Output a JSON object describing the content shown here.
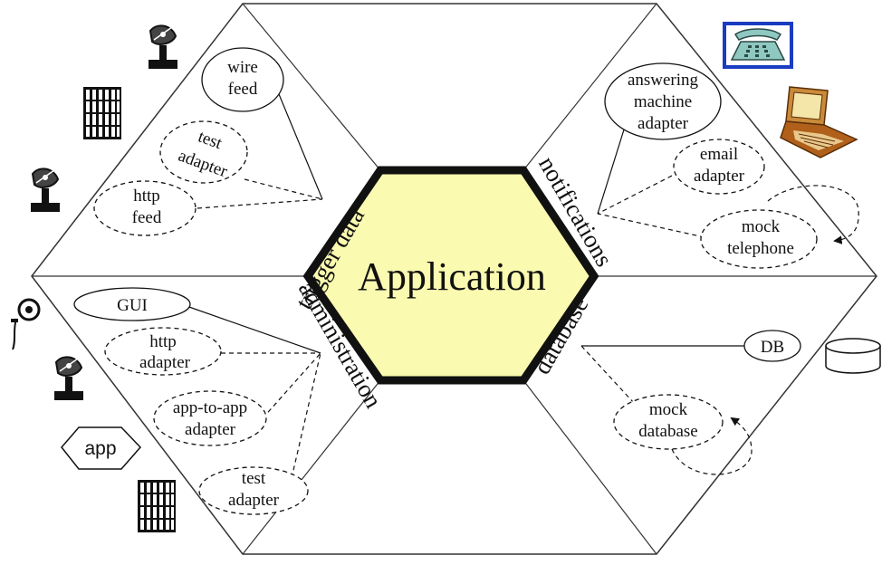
{
  "core": {
    "label": "Application",
    "fill": "#fafab0"
  },
  "ports": {
    "trigger_data": "trigger data",
    "notifications": "notifications",
    "administration": "administration",
    "database": "database"
  },
  "adapters": {
    "wire_feed": [
      "wire",
      "feed"
    ],
    "test_adapter_top": [
      "test",
      "adapter"
    ],
    "http_feed": [
      "http",
      "feed"
    ],
    "answering_machine": [
      "answering",
      "machine",
      "adapter"
    ],
    "email_adapter": [
      "email",
      "adapter"
    ],
    "mock_telephone": [
      "mock",
      "telephone"
    ],
    "gui": [
      "GUI"
    ],
    "http_adapter": [
      "http",
      "adapter"
    ],
    "app_to_app_adapter": [
      "app-to-app",
      "adapter"
    ],
    "test_adapter_bottom": [
      "test",
      "adapter"
    ],
    "db": [
      "DB"
    ],
    "mock_database": [
      "mock",
      "database"
    ]
  },
  "actors": {
    "app": "app"
  },
  "colors": {
    "phone_frame": "#1a3cc0",
    "phone_body": "#8fc8c0",
    "laptop": "#b0601a"
  },
  "icons": [
    "satellite-dish-icon",
    "building-icon",
    "telephone-icon",
    "laptop-icon",
    "person-icon",
    "database-cylinder-icon",
    "app-hexagon-icon"
  ]
}
